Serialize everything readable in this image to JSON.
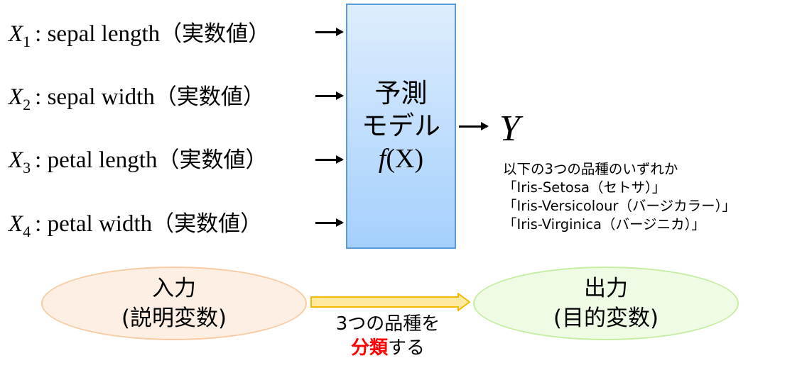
{
  "inputs": [
    {
      "var": "X",
      "sub": "1",
      "name": ": sepal length",
      "type": "（実数値）"
    },
    {
      "var": "X",
      "sub": "2",
      "name": ": sepal width",
      "type": "（実数値）"
    },
    {
      "var": "X",
      "sub": "3",
      "name": ": petal length",
      "type": "（実数値）"
    },
    {
      "var": "X",
      "sub": "4",
      "name": ": petal width",
      "type": "（実数値）"
    }
  ],
  "model": {
    "line1": "予測",
    "line2": "モデル",
    "func_name": "f",
    "func_arg": "(X)"
  },
  "output": {
    "symbol": "Y",
    "description": "以下の3つの品種のいずれか",
    "classes": [
      "「Iris-Setosa（セトサ）」",
      "「Iris-Versicolour（バージカラー）」",
      "「Iris-Virginica（バージニカ）」"
    ]
  },
  "flow": {
    "input_label": "入力",
    "input_sub": "(説明変数)",
    "output_label": "出力",
    "output_sub": "(目的変数)",
    "arrow_line1": "3つの品種を",
    "arrow_emph": "分類",
    "arrow_rest": "する"
  },
  "colors": {
    "model_border": "#5b9bd5",
    "input_fill": "#fdefe3",
    "output_fill": "#effbe5",
    "arrow_fill": "#fde9a0",
    "arrow_stroke": "#f5b800",
    "emphasis": "#ff0000"
  }
}
